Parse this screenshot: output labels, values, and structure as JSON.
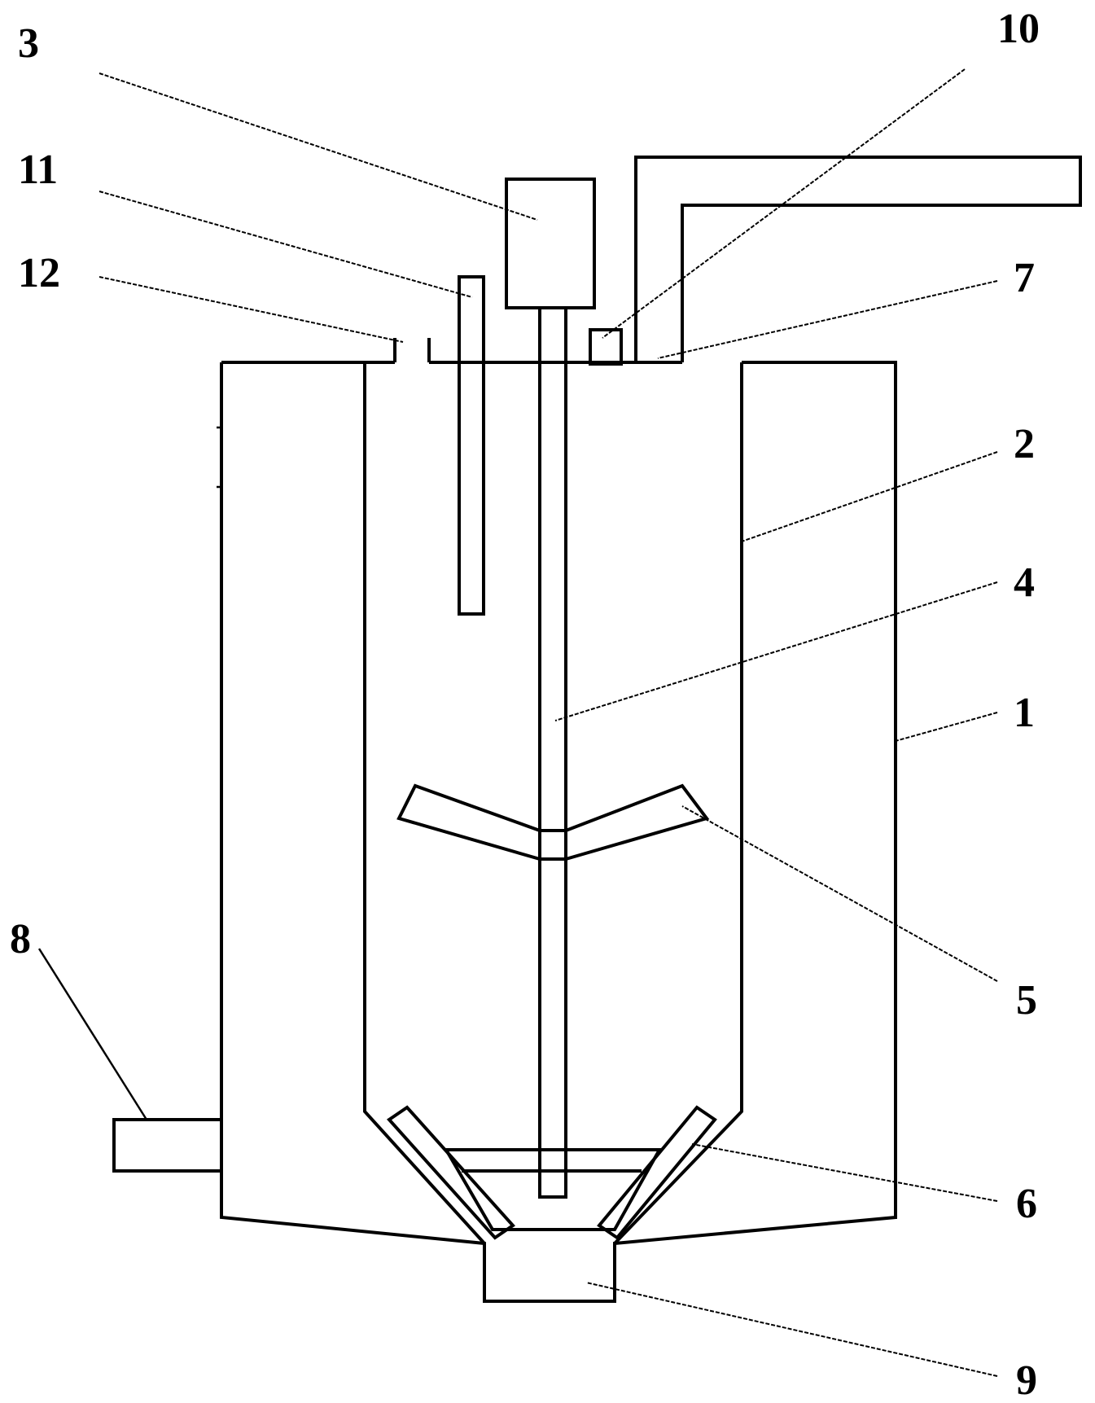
{
  "labels": {
    "outer_shell": "1",
    "inner_vessel": "2",
    "motor": "3",
    "stirring_shaft": "4",
    "upper_impeller": "5",
    "bottom_scraper": "6",
    "gas_outlet_pipe": "7",
    "side_inlet_pipe": "8",
    "bottom_discharge": "9",
    "sensor_block": "10",
    "feed_tube": "11",
    "top_port": "12"
  },
  "colors": {
    "line": "#000000",
    "background": "#ffffff"
  }
}
